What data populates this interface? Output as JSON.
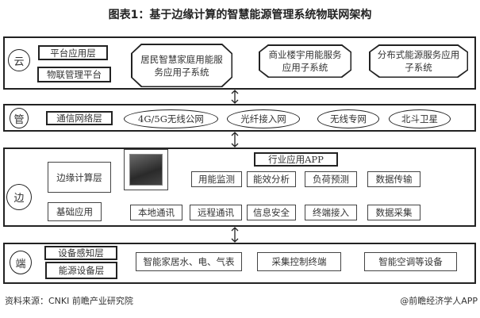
{
  "title": "图表1：基于边缘计算的智慧能源管理系统物联网架构",
  "cloud": {
    "label": "云",
    "layers": [
      "平台应用层",
      "物联管理平台"
    ],
    "subsystems": [
      "居民智慧家庭用能服务应用子系统",
      "商业楼宇用能服务应用子系统",
      "分布式能源服务应用子系统"
    ]
  },
  "pipe": {
    "label": "管",
    "layer": "通信网络层",
    "networks": [
      "4G/5G无线公网",
      "光纤接入网",
      "无线专网",
      "北斗卫星"
    ]
  },
  "edge": {
    "label": "边",
    "layers": [
      "边缘计算层",
      "基础应用"
    ],
    "app": "行业应用APP",
    "row1": [
      "用能监测",
      "能效分析",
      "负荷预测",
      "数据传输"
    ],
    "row2": [
      "本地通讯",
      "远程通讯",
      "信息安全",
      "终端接入",
      "数据采集"
    ]
  },
  "end": {
    "label": "端",
    "layers": [
      "设备感知层",
      "能源设备层"
    ],
    "devices": [
      "智能家居水、电、气表",
      "采集控制终端",
      "智能空调等设备"
    ]
  },
  "footer": {
    "source": "资料来源：CNKI 前瞻产业研究院",
    "credit": "@前瞻经济学人APP"
  }
}
